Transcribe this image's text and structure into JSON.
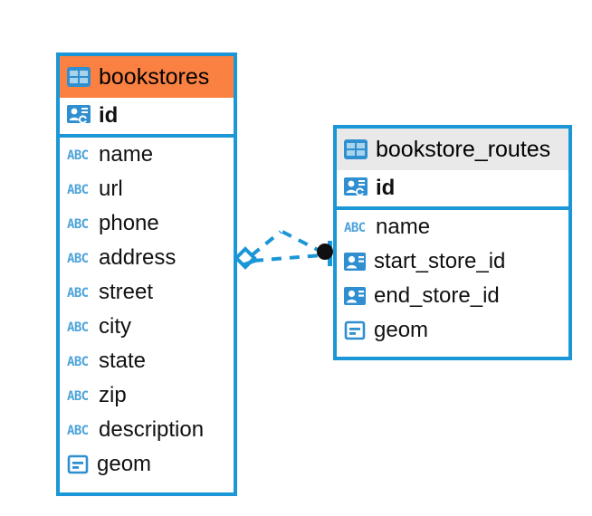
{
  "diagram": {
    "type": "entity-relationship-diagram",
    "colors": {
      "border_blue": "#1b96d6",
      "header_orange": "#fa8142",
      "header_gray": "#e9e9e9",
      "icon_blue": "#2f8fd0",
      "endpoint_black": "#101010",
      "text": "#111111",
      "background": "#ffffff"
    },
    "entities": [
      {
        "id": "bookstores",
        "name": "bookstores",
        "header_icon": "table-icon",
        "header_style": "accent-orange",
        "primary_key": {
          "label": "id",
          "icon": "primary-key-icon"
        },
        "fields": [
          {
            "label": "name",
            "icon": "abc-icon"
          },
          {
            "label": "url",
            "icon": "abc-icon"
          },
          {
            "label": "phone",
            "icon": "abc-icon"
          },
          {
            "label": "address",
            "icon": "abc-icon"
          },
          {
            "label": "street",
            "icon": "abc-icon"
          },
          {
            "label": "city",
            "icon": "abc-icon"
          },
          {
            "label": "state",
            "icon": "abc-icon"
          },
          {
            "label": "zip",
            "icon": "abc-icon"
          },
          {
            "label": "description",
            "icon": "abc-icon"
          },
          {
            "label": "geom",
            "icon": "geometry-icon"
          }
        ]
      },
      {
        "id": "bookstore_routes",
        "name": "bookstore_routes",
        "header_icon": "table-icon",
        "header_style": "accent-gray",
        "primary_key": {
          "label": "id",
          "icon": "primary-key-icon"
        },
        "fields": [
          {
            "label": "name",
            "icon": "abc-icon"
          },
          {
            "label": "start_store_id",
            "icon": "foreign-key-icon"
          },
          {
            "label": "end_store_id",
            "icon": "foreign-key-icon"
          },
          {
            "label": "geom",
            "icon": "geometry-icon"
          }
        ]
      }
    ],
    "relationship": {
      "from_entity": "bookstores",
      "to_entity": "bookstore_routes",
      "line_style": "dashed",
      "source_marker": "diamond-outline",
      "target_marker": "filled-circle"
    }
  }
}
